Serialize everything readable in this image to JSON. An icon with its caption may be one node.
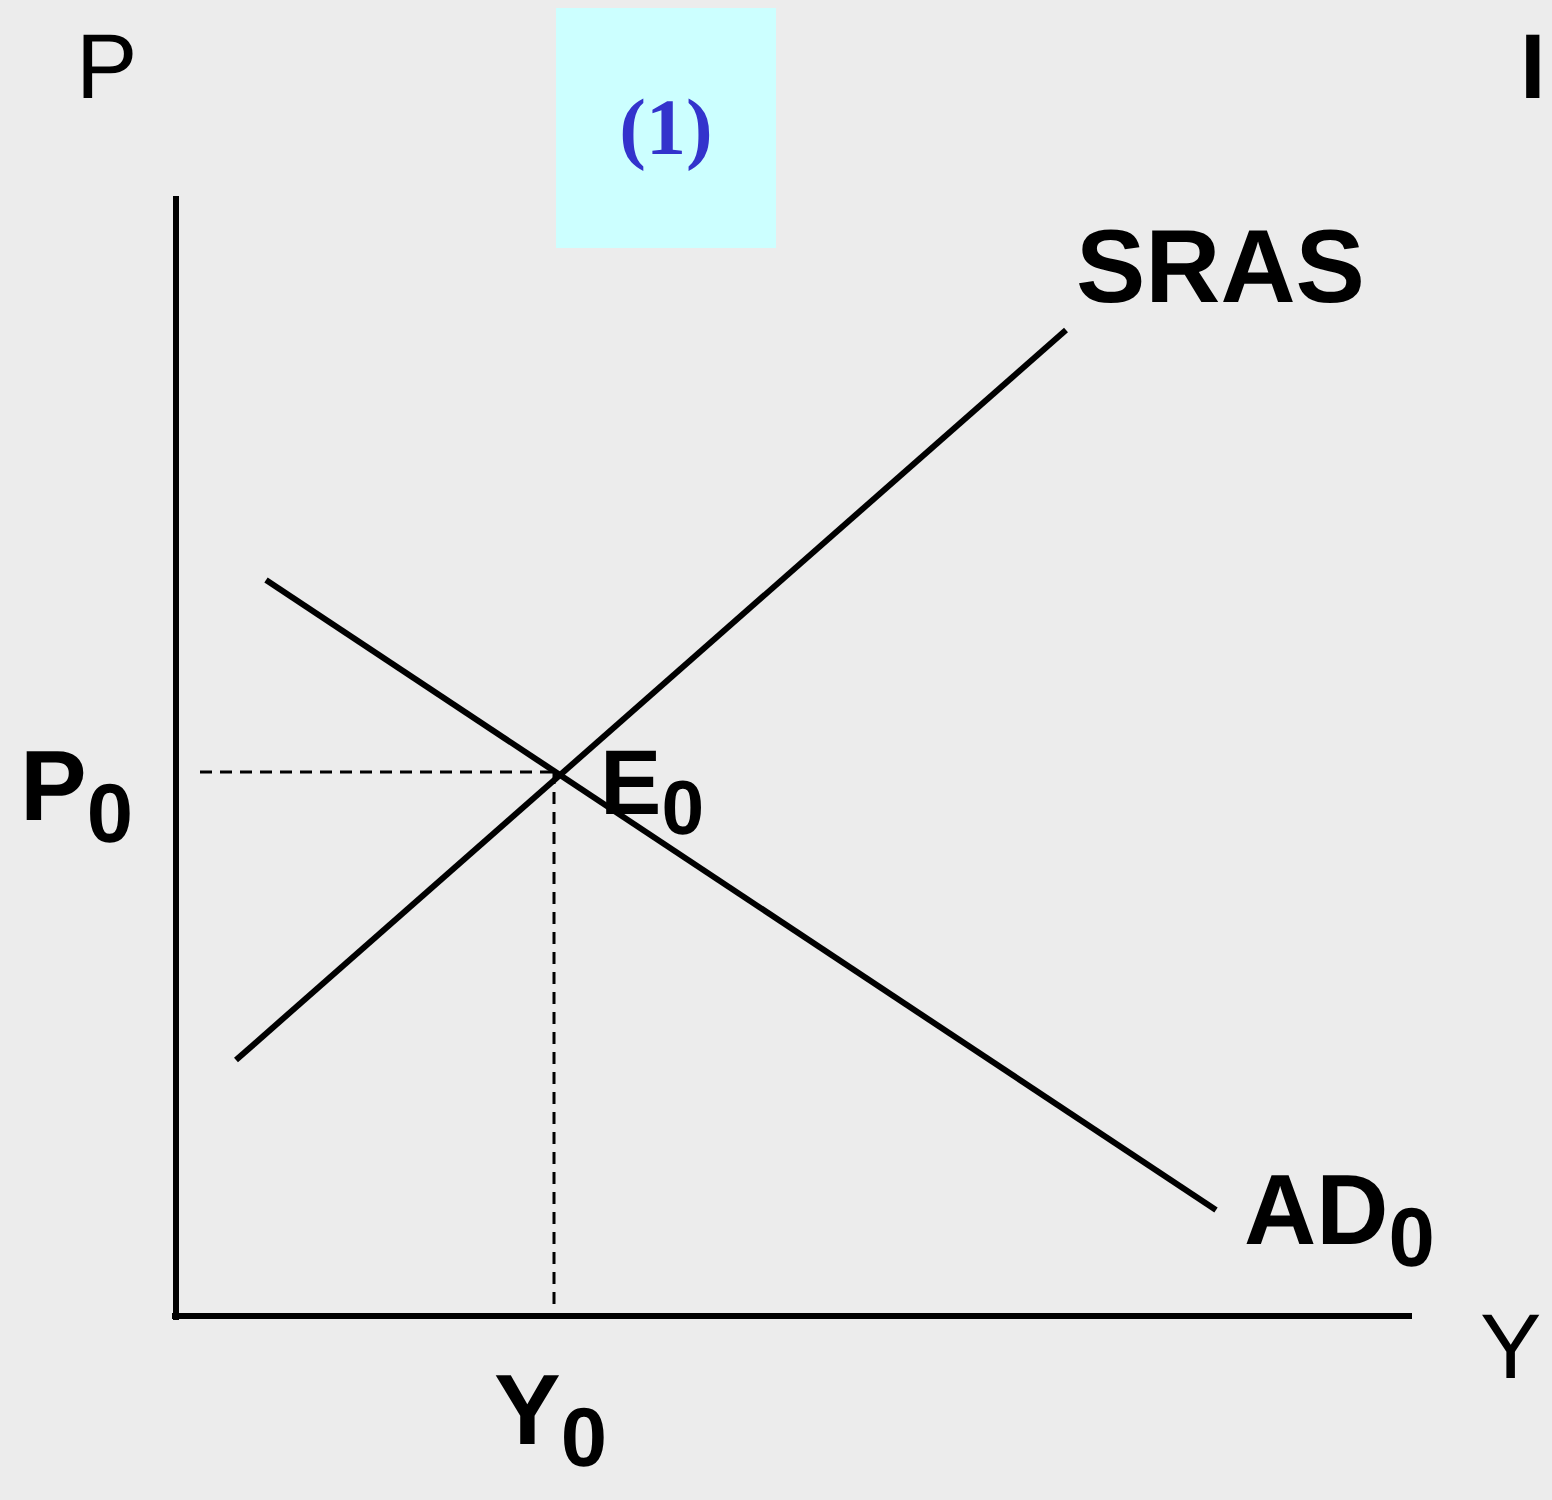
{
  "diagram": {
    "labels": [
      "P",
      "(1)",
      "I",
      "SRAS",
      "P$_{0}$",
      "E$_{0}$",
      "AD$_{0}$",
      "Y",
      "Y$_{0}$"
    ]
  }
}
